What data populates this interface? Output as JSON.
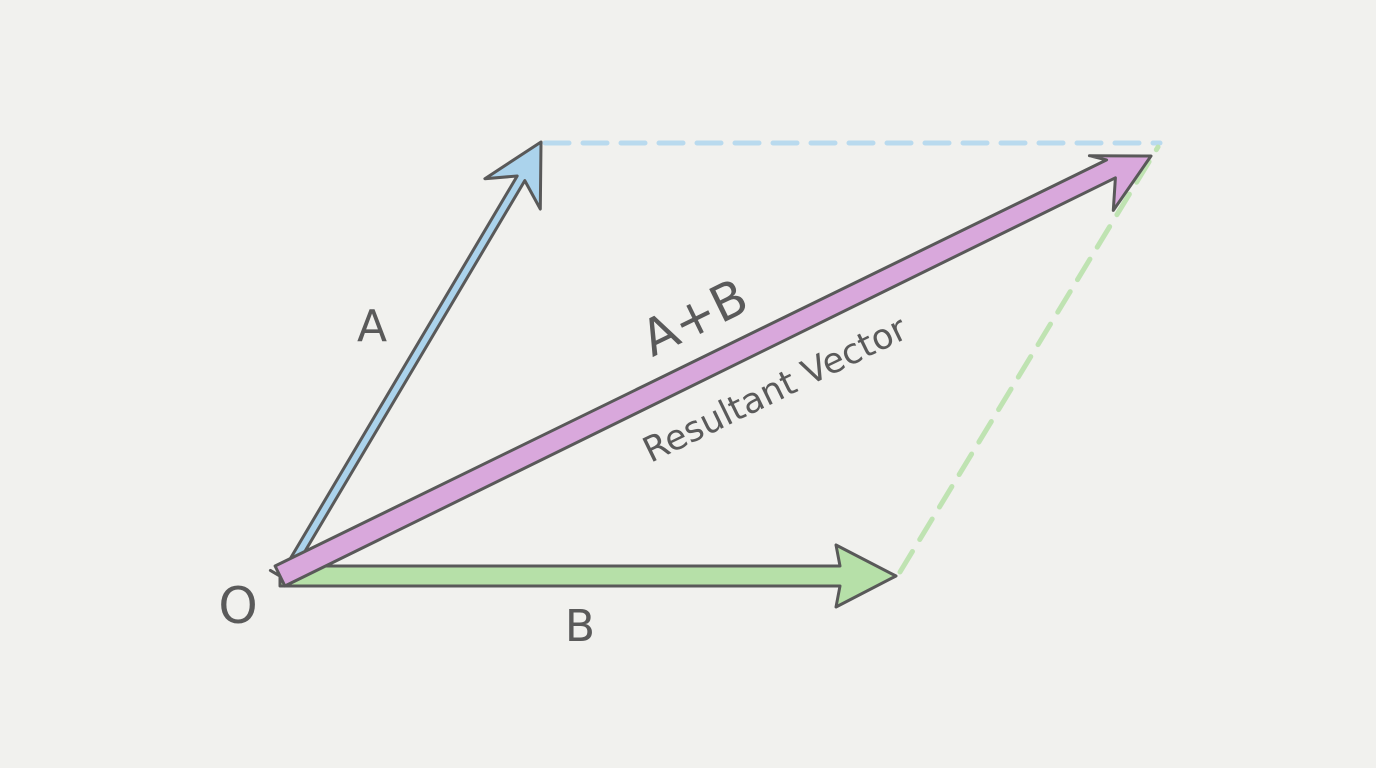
{
  "diagram": {
    "origin_label": "O",
    "vectors": {
      "a": {
        "label": "A",
        "color": "#abd3ec"
      },
      "b": {
        "label": "B",
        "color": "#b6e0a8"
      },
      "resultant": {
        "label": "A+B",
        "sublabel": "Resultant Vector",
        "color": "#d9a8dc"
      }
    },
    "outline_color": "#595959",
    "background_color": "#f1f1ee"
  }
}
